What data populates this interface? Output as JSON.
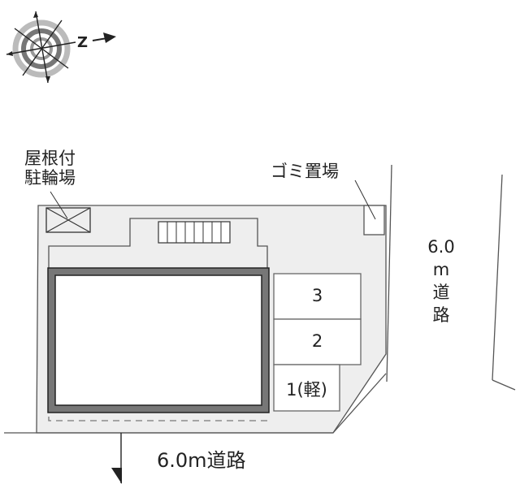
{
  "compass": {
    "north_label": "Z",
    "icon": "compass-rose-icon"
  },
  "labels": {
    "roofed_bicycle_parking_line1": "屋根付",
    "roofed_bicycle_parking_line2": "駐輪場",
    "garbage_area": "ゴミ置場",
    "road_right_line1": "6.0",
    "road_right_line2": "m",
    "road_right_line3": "道",
    "road_right_line4": "路",
    "road_bottom": "6.0m道路"
  },
  "parking": [
    {
      "number": "3"
    },
    {
      "number": "2"
    },
    {
      "number": "1(軽)"
    }
  ],
  "colors": {
    "site_fill": "#eeeeee",
    "outline": "#555555",
    "building_border": "#777777",
    "building_inner": "#ffffff"
  }
}
